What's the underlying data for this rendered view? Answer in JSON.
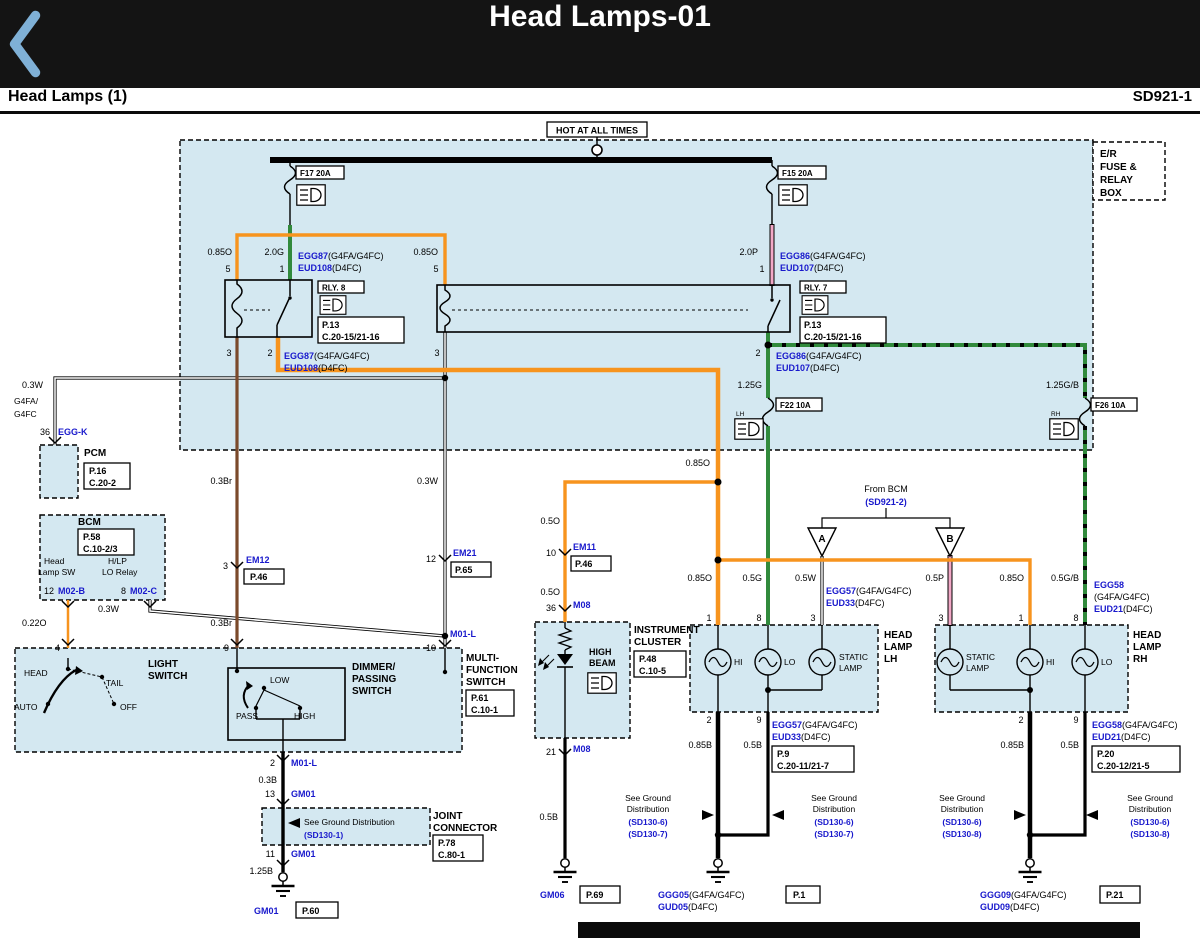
{
  "header": {
    "title": "Head Lamps-01"
  },
  "subheader": {
    "left_title": "Head Lamps (1)",
    "right_code": "SD921-1"
  },
  "colors": {
    "accent_blue": "#1818cc",
    "panel_blue": "#d4e8f1",
    "wire_orange": "#f7941e",
    "wire_green": "#318a3c",
    "wire_pink": "#f2a8c6",
    "wire_brown": "#7b4a2b"
  },
  "d": {
    "hot": "HOT AT ALL TIMES",
    "er": [
      "E/R",
      "FUSE &",
      "RELAY",
      "BOX"
    ],
    "f17": "F17 20A",
    "f15": "F15 20A",
    "f22": "F22 10A",
    "f26": "F26 10A",
    "lh": "LH",
    "rh": "RH",
    "rly8": "RLY. 8",
    "rly7": "RLY. 7",
    "p13": "P.13",
    "c20_15": "C.20-15/21-16",
    "w": {
      "o085": "0.85O",
      "g20": "2.0G",
      "p20": "2.0P",
      "w03": "0.3W",
      "br03": "0.3Br",
      "g125": "1.25G",
      "gb125": "1.25G/B",
      "g05": "0.5G",
      "gb05": "0.5G/B",
      "o05": "0.5O",
      "o022": "0.22O",
      "w05": "0.5W",
      "p05": "0.5P",
      "b03": "0.3B",
      "b125": "1.25B",
      "b05": "0.5B",
      "b085": "0.85B"
    },
    "eng1": "G4FA/",
    "eng2": "G4FC",
    "g4fa": "(G4FA/G4FC)",
    "d4fc": "(D4FC)",
    "egg87": "EGG87",
    "eud108": "EUD108",
    "egg86": "EGG86",
    "eud107": "EUD107",
    "egg57": "EGG57",
    "eud33": "EUD33",
    "egg58": "EGG58",
    "eud21": "EUD21",
    "eggk": "EGG-K",
    "em11": "EM11",
    "em12": "EM12",
    "em21": "EM21",
    "m08": "M08",
    "m01l": "M01-L",
    "m02b": "M02-B",
    "m02c": "M02-C",
    "gm01": "GM01",
    "gm06": "GM06",
    "ggg05": "GGG05",
    "gud05": "GUD05",
    "ggg09": "GGG09",
    "gud09": "GUD09",
    "pcm": "PCM",
    "bcm": "BCM",
    "p16": "P.16",
    "c20_2": "C.20-2",
    "p58": "P.58",
    "c10_23": "C.10-2/3",
    "p46": "P.46",
    "p65": "P.65",
    "p48": "P.48",
    "c10_5": "C.10-5",
    "p61": "P.61",
    "c10_1": "C.10-1",
    "p78": "P.78",
    "c80_1": "C.80-1",
    "p9": "P.9",
    "c20_11": "C.20-11/21-7",
    "p20r": "P.20",
    "c20_12": "C.20-12/21-5",
    "p60": "P.60",
    "p69": "P.69",
    "p1": "P.1",
    "p21r": "P.21",
    "pin1": "1",
    "pin2": "2",
    "pin3": "3",
    "pin4": "4",
    "pin5": "5",
    "pin8": "8",
    "pin9": "9",
    "pin10": "10",
    "pin11": "11",
    "pin12": "12",
    "pin13": "13",
    "pin21": "21",
    "pin36": "36",
    "bcm_head": "Head",
    "bcm_lampsw": "Lamp SW",
    "bcm_hlp": "H/LP",
    "bcm_lorelay": "LO Relay",
    "light1": "LIGHT",
    "light2": "SWITCH",
    "head": "HEAD",
    "tail": "TAIL",
    "auto": "AUTO",
    "off": "OFF",
    "low": "LOW",
    "pass": "PASS",
    "high": "HIGH",
    "dim1": "DIMMER/",
    "dim2": "PASSING",
    "dim3": "SWITCH",
    "mf1": "MULTI-",
    "mf2": "FUNCTION",
    "mf3": "SWITCH",
    "joint1": "JOINT",
    "joint2": "CONNECTOR",
    "ic1": "INSTRUMENT",
    "ic2": "CLUSTER",
    "hb1": "HIGH",
    "hb2": "BEAM",
    "hl1": "HEAD",
    "hl2": "LAMP",
    "hi": "HI",
    "lo": "LO",
    "st1": "STATIC",
    "st2": "LAMP",
    "from_bcm": "From BCM",
    "sd921_2": "(SD921-2)",
    "tri_a": "A",
    "tri_b": "B",
    "sg1": "See Ground",
    "sg2": "Distribution",
    "sg_joint": "See Ground Distribution",
    "sd130_1": "(SD130-1)",
    "sd130_6": "(SD130-6)",
    "sd130_7": "(SD130-7)",
    "sd130_8": "(SD130-8)"
  }
}
